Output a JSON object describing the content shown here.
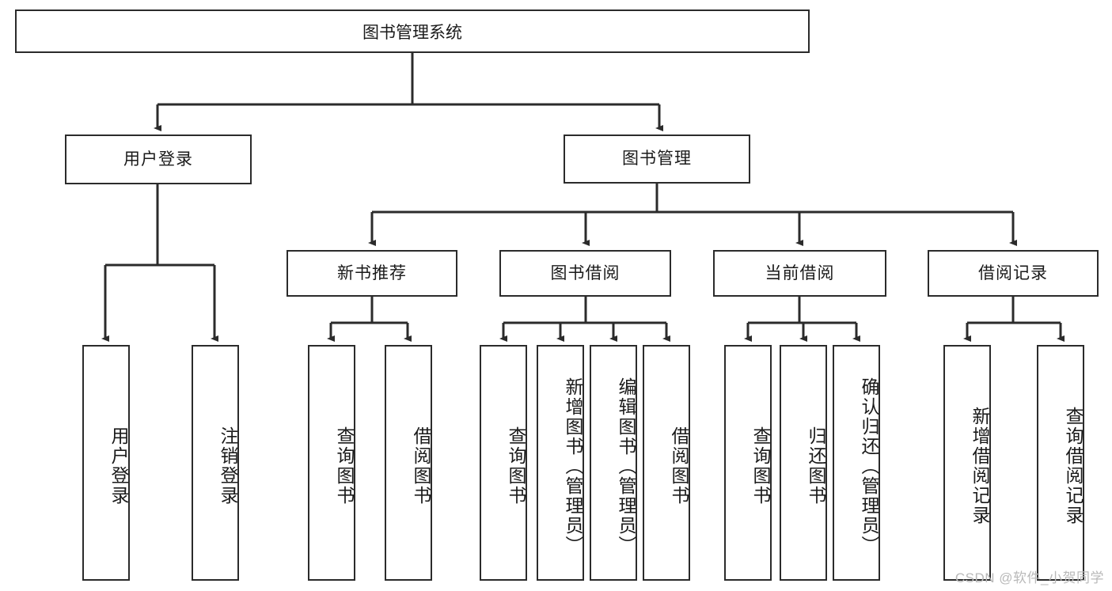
{
  "diagram": {
    "title_node": {
      "label": "图书管理系统"
    },
    "level2": [
      {
        "id": "user-login",
        "label": "用户登录"
      },
      {
        "id": "book-management",
        "label": "图书管理"
      }
    ],
    "level3": [
      {
        "id": "new-book-recommend",
        "label": "新书推荐"
      },
      {
        "id": "book-borrow",
        "label": "图书借阅"
      },
      {
        "id": "current-borrow",
        "label": "当前借阅"
      },
      {
        "id": "borrow-record",
        "label": "借阅记录"
      }
    ],
    "leaves": {
      "user_login": [
        {
          "id": "leaf-user-login",
          "label": "用户登录"
        },
        {
          "id": "leaf-logout-login",
          "label": "注销登录"
        }
      ],
      "new_book_recommend": [
        {
          "id": "leaf-query-book-1",
          "label": "查询图书"
        },
        {
          "id": "leaf-borrow-book-1",
          "label": "借阅图书"
        }
      ],
      "book_borrow": [
        {
          "id": "leaf-query-book-2",
          "label": "查询图书"
        },
        {
          "id": "leaf-add-book",
          "label": "新增图书（管理员）"
        },
        {
          "id": "leaf-edit-book",
          "label": "编辑图书（管理员）"
        },
        {
          "id": "leaf-borrow-book-2",
          "label": "借阅图书"
        }
      ],
      "current_borrow": [
        {
          "id": "leaf-query-book-3",
          "label": "查询图书"
        },
        {
          "id": "leaf-return-book",
          "label": "归还图书"
        },
        {
          "id": "leaf-confirm-return",
          "label": "确认归还（管理员）"
        }
      ],
      "borrow_record": [
        {
          "id": "leaf-add-record",
          "label": "新增借阅记录"
        },
        {
          "id": "leaf-query-record",
          "label": "查询借阅记录"
        }
      ]
    },
    "watermark": "CSDN @软件_小贺同学",
    "colors": {
      "stroke": "#2b2b2b",
      "background": "#ffffff",
      "text": "#1a1a1a",
      "watermark": "#b9b9b9"
    }
  }
}
